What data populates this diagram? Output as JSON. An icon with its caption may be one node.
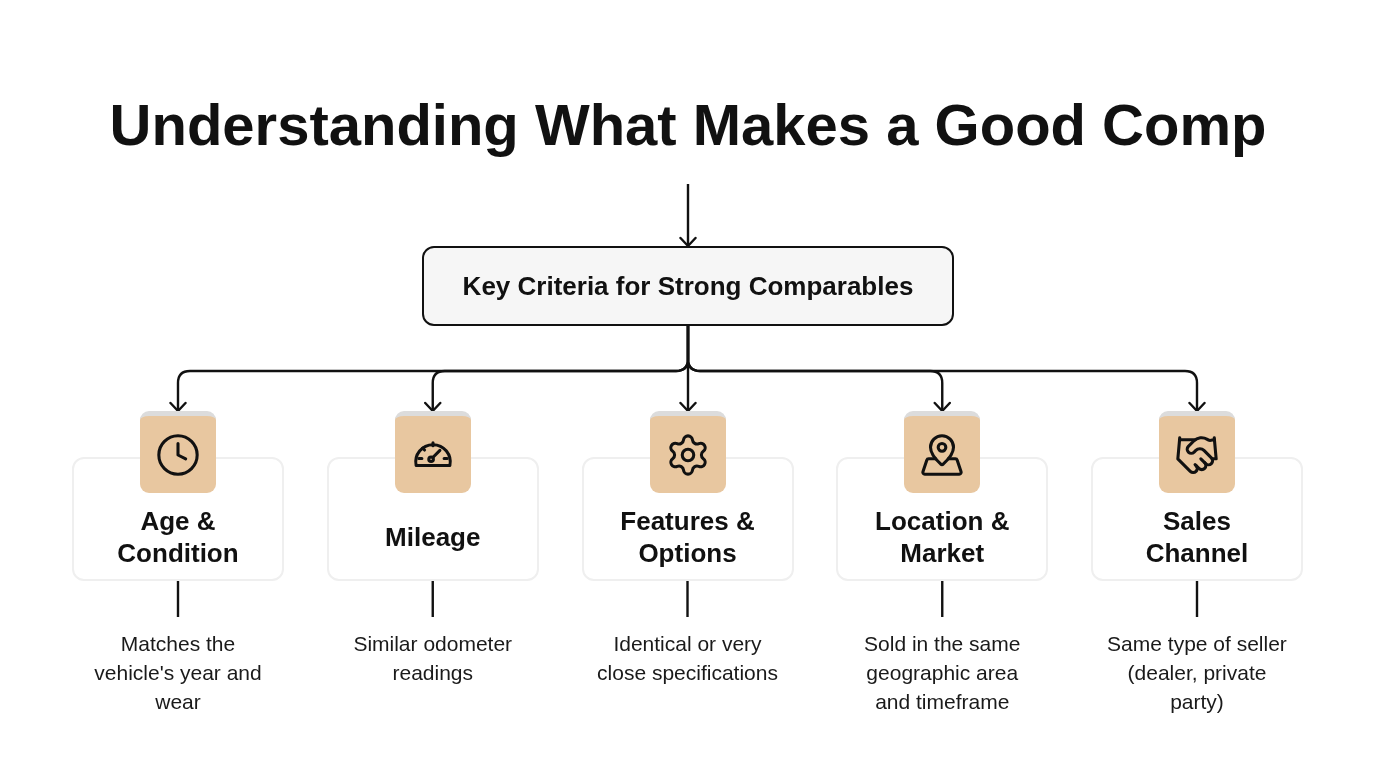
{
  "diagram": {
    "title": "Understanding What Makes a Good Comp",
    "nodes": [
      {
        "text": [
          "Key Criteria for Strong Comparables"
        ]
      },
      {
        "text": [
          "Age & Condition"
        ]
      },
      {
        "text": [
          "Mileage"
        ]
      },
      {
        "text": [
          "Features & Options"
        ]
      },
      {
        "text": [
          "Location & Market"
        ]
      },
      {
        "text": [
          "Sales Channel"
        ]
      },
      {
        "text": [
          "Matches the vehicle's year and wear"
        ]
      },
      {
        "text": [
          "Similar odometer readings"
        ]
      },
      {
        "text": [
          "Identical or very close specifications"
        ]
      },
      {
        "text": [
          "Sold in the same geographic area and timeframe"
        ]
      },
      {
        "text": [
          "Same type of seller (dealer, private party)"
        ]
      }
    ],
    "edges": [
      {
        "from": null,
        "to": 0,
        "arrow": "to"
      },
      {
        "from": 0,
        "to": 1,
        "arrow": "to"
      },
      {
        "from": 0,
        "to": 2,
        "arrow": "to"
      },
      {
        "from": 0,
        "to": 3,
        "arrow": "to"
      },
      {
        "from": 0,
        "to": 4,
        "arrow": "to"
      },
      {
        "from": 0,
        "to": 5,
        "arrow": "to"
      },
      {
        "from": 1,
        "to": 6,
        "arrow": "none"
      },
      {
        "from": 2,
        "to": 7,
        "arrow": "none"
      },
      {
        "from": 3,
        "to": 8,
        "arrow": "none"
      },
      {
        "from": 4,
        "to": 9,
        "arrow": "none"
      },
      {
        "from": 5,
        "to": 10,
        "arrow": "none"
      }
    ]
  }
}
